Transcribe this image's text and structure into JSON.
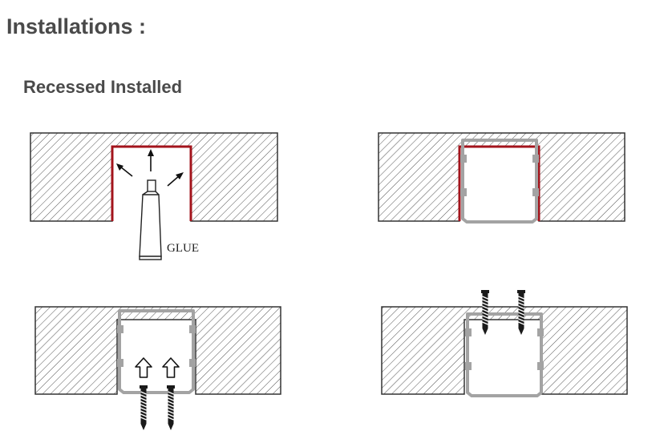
{
  "page": {
    "title": "Installations :",
    "subtitle": "Recessed Installed"
  },
  "panels": [
    {
      "id": "apply-glue",
      "label": "GLUE"
    },
    {
      "id": "glue-applied"
    },
    {
      "id": "insert-profile-screws"
    },
    {
      "id": "screwed-profile"
    }
  ],
  "colors": {
    "glue": "#a3141c",
    "hatch": "#555555",
    "profile": "#a0a0a0",
    "text": "#4a4a4a"
  },
  "icons": [
    "arrow-icon",
    "glue-tube-icon",
    "screw-icon",
    "hollow-up-arrow-icon"
  ]
}
